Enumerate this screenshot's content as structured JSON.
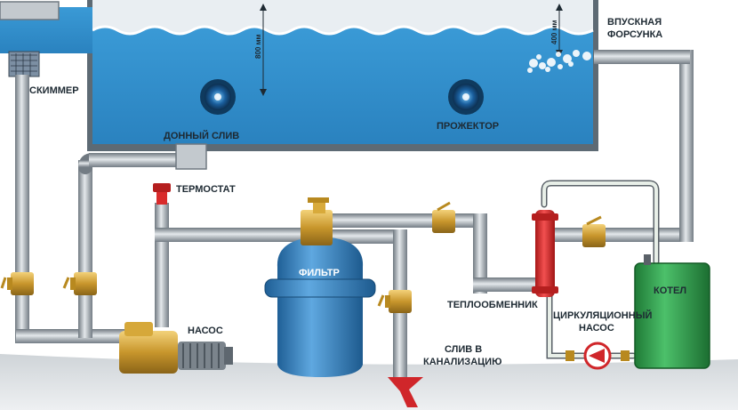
{
  "labels": {
    "skimmer": "СКИММЕР",
    "bottom_drain": "ДОННЫЙ СЛИВ",
    "spotlight": "ПРОЖЕКТОР",
    "inlet_nozzle_line1": "ВПУСКНАЯ",
    "inlet_nozzle_line2": "ФОРСУНКА",
    "thermostat": "ТЕРМОСТАТ",
    "filter": "ФИЛЬТР",
    "heat_exchanger": "ТЕПЛООБМЕННИК",
    "pump": "НАСОС",
    "drain_line1": "СЛИВ В",
    "drain_line2": "КАНАЛИЗАЦИЮ",
    "circ_pump_line1": "ЦИРКУЛЯЦИОННЫЙ",
    "circ_pump_line2": "НАСОС",
    "boiler": "КОТЕЛ"
  },
  "dimensions": {
    "depth_800": "800 мм",
    "depth_400": "400 мм"
  },
  "colors": {
    "water": "#2f8fcf",
    "pipe": "#9aa3aa",
    "filter": "#3b86c4",
    "heat_exchanger": "#d92b2b",
    "boiler": "#2e9a4a",
    "valve": "#c59a2e",
    "drain": "#d0262a",
    "floor": "#e0e3e6"
  }
}
